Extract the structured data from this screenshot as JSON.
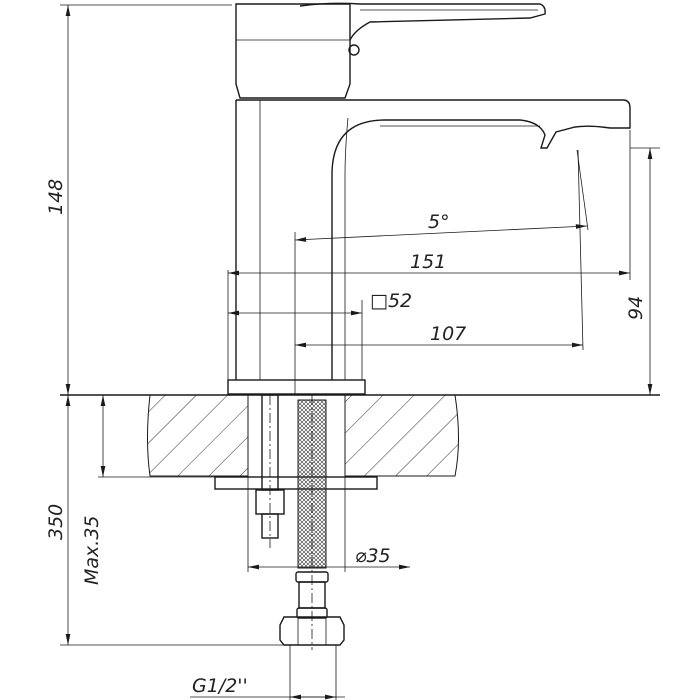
{
  "title": "Basin mixer faucet dimension drawing",
  "dimensions": {
    "height_total": "148",
    "spout_angle": "5°",
    "spout_reach_total": "151",
    "body_square": "□52",
    "spout_reach": "107",
    "spout_height": "94",
    "hose_length": "350",
    "max_counter": "Max.35",
    "hole_diameter": "⌀35",
    "thread": "G1/2''"
  },
  "colors": {
    "line": "#1a1a1a",
    "background": "#ffffff"
  }
}
